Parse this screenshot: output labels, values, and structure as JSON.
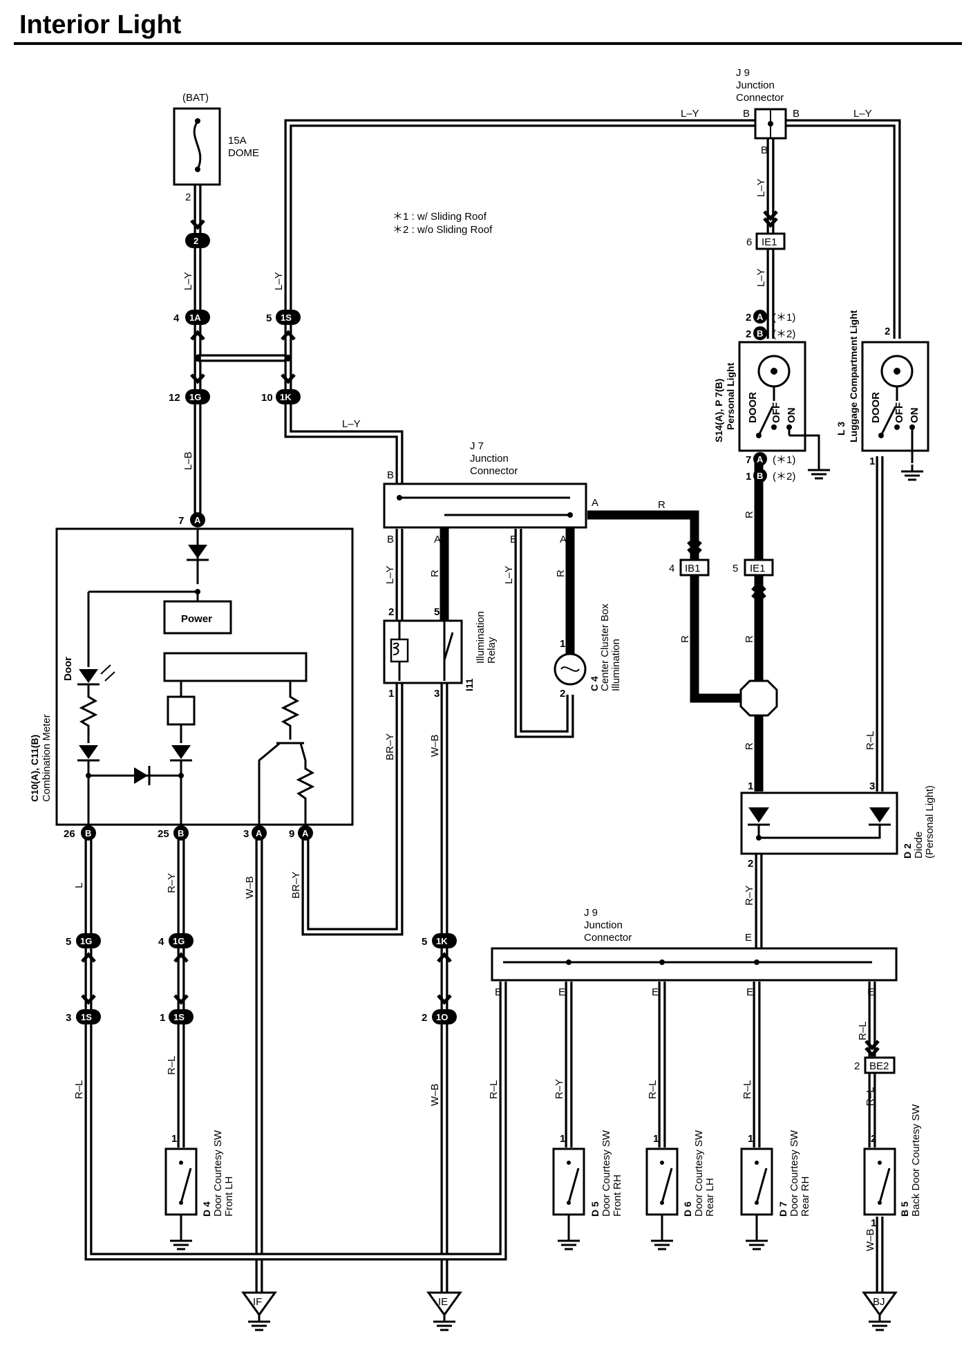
{
  "page_title": "Interior Light",
  "notes": [
    "＊1 : w/ Sliding Roof",
    "＊2 : w/o Sliding Roof"
  ],
  "fuse": {
    "source": "(BAT)",
    "rating": "15A",
    "name": "DOME",
    "pin": "2"
  },
  "components": {
    "j9_top": {
      "id": "J 9",
      "line1": "Junction",
      "line2": "Connector"
    },
    "j7": {
      "id": "J 7",
      "line1": "Junction",
      "line2": "Connector"
    },
    "j9_bottom": {
      "id": "J 9",
      "line1": "Junction",
      "line2": "Connector"
    },
    "meter": {
      "id": "C10(A), C11(B)",
      "name": "Combination Meter",
      "power_label": "Power",
      "door_label": "Door"
    },
    "relay": {
      "id": "I11",
      "line1": "Illumination",
      "line2": "Relay"
    },
    "c4": {
      "id": "C 4",
      "line1": "Center Cluster Box",
      "line2": "Illumination"
    },
    "personal_light": {
      "id": "S14(A), P 7(B)",
      "name": "Personal Light",
      "door": "DOOR",
      "off": "OFF",
      "on": "ON"
    },
    "luggage_light": {
      "id": "L 3",
      "name": "Luggage Compartment Light",
      "door": "DOOR",
      "off": "OFF",
      "on": "ON"
    },
    "diode": {
      "id": "D 2",
      "line1": "Diode",
      "line2": "(Personal Light)"
    },
    "d4": {
      "id": "D 4",
      "line1": "Door Courtesy SW",
      "line2": "Front LH"
    },
    "d5": {
      "id": "D 5",
      "line1": "Door Courtesy SW",
      "line2": "Front RH"
    },
    "d6": {
      "id": "D 6",
      "line1": "Door Courtesy SW",
      "line2": "Rear LH"
    },
    "d7": {
      "id": "D 7",
      "line1": "Door Courtesy SW",
      "line2": "Rear RH"
    },
    "b5": {
      "id": "B 5",
      "name": "Back Door Courtesy SW"
    }
  },
  "connectors": {
    "c2": "2",
    "c1A": "1A",
    "c1S": "1S",
    "c1G": "1G",
    "c1K": "1K",
    "cA": "A",
    "cB": "B",
    "c1O": "1O",
    "IE1": "IE1",
    "IB1": "IB1",
    "BE2": "BE2"
  },
  "grounds": [
    "IF",
    "IE",
    "BJ"
  ],
  "wire_colors": {
    "LY": "L–Y",
    "LB": "L–B",
    "R": "R",
    "BRY": "BR–Y",
    "WB": "W–B",
    "L": "L",
    "RY": "R–Y",
    "RL": "R–L"
  },
  "pins": {
    "p1": "1",
    "p2": "2",
    "p3": "3",
    "p4": "4",
    "p5": "5",
    "p6": "6",
    "p7": "7",
    "p9": "9",
    "p10": "10",
    "p12": "12",
    "p25": "25",
    "p26": "26",
    "A": "A",
    "B": "B",
    "E": "E",
    "s1": "(＊1)",
    "s2": "(＊2)"
  }
}
